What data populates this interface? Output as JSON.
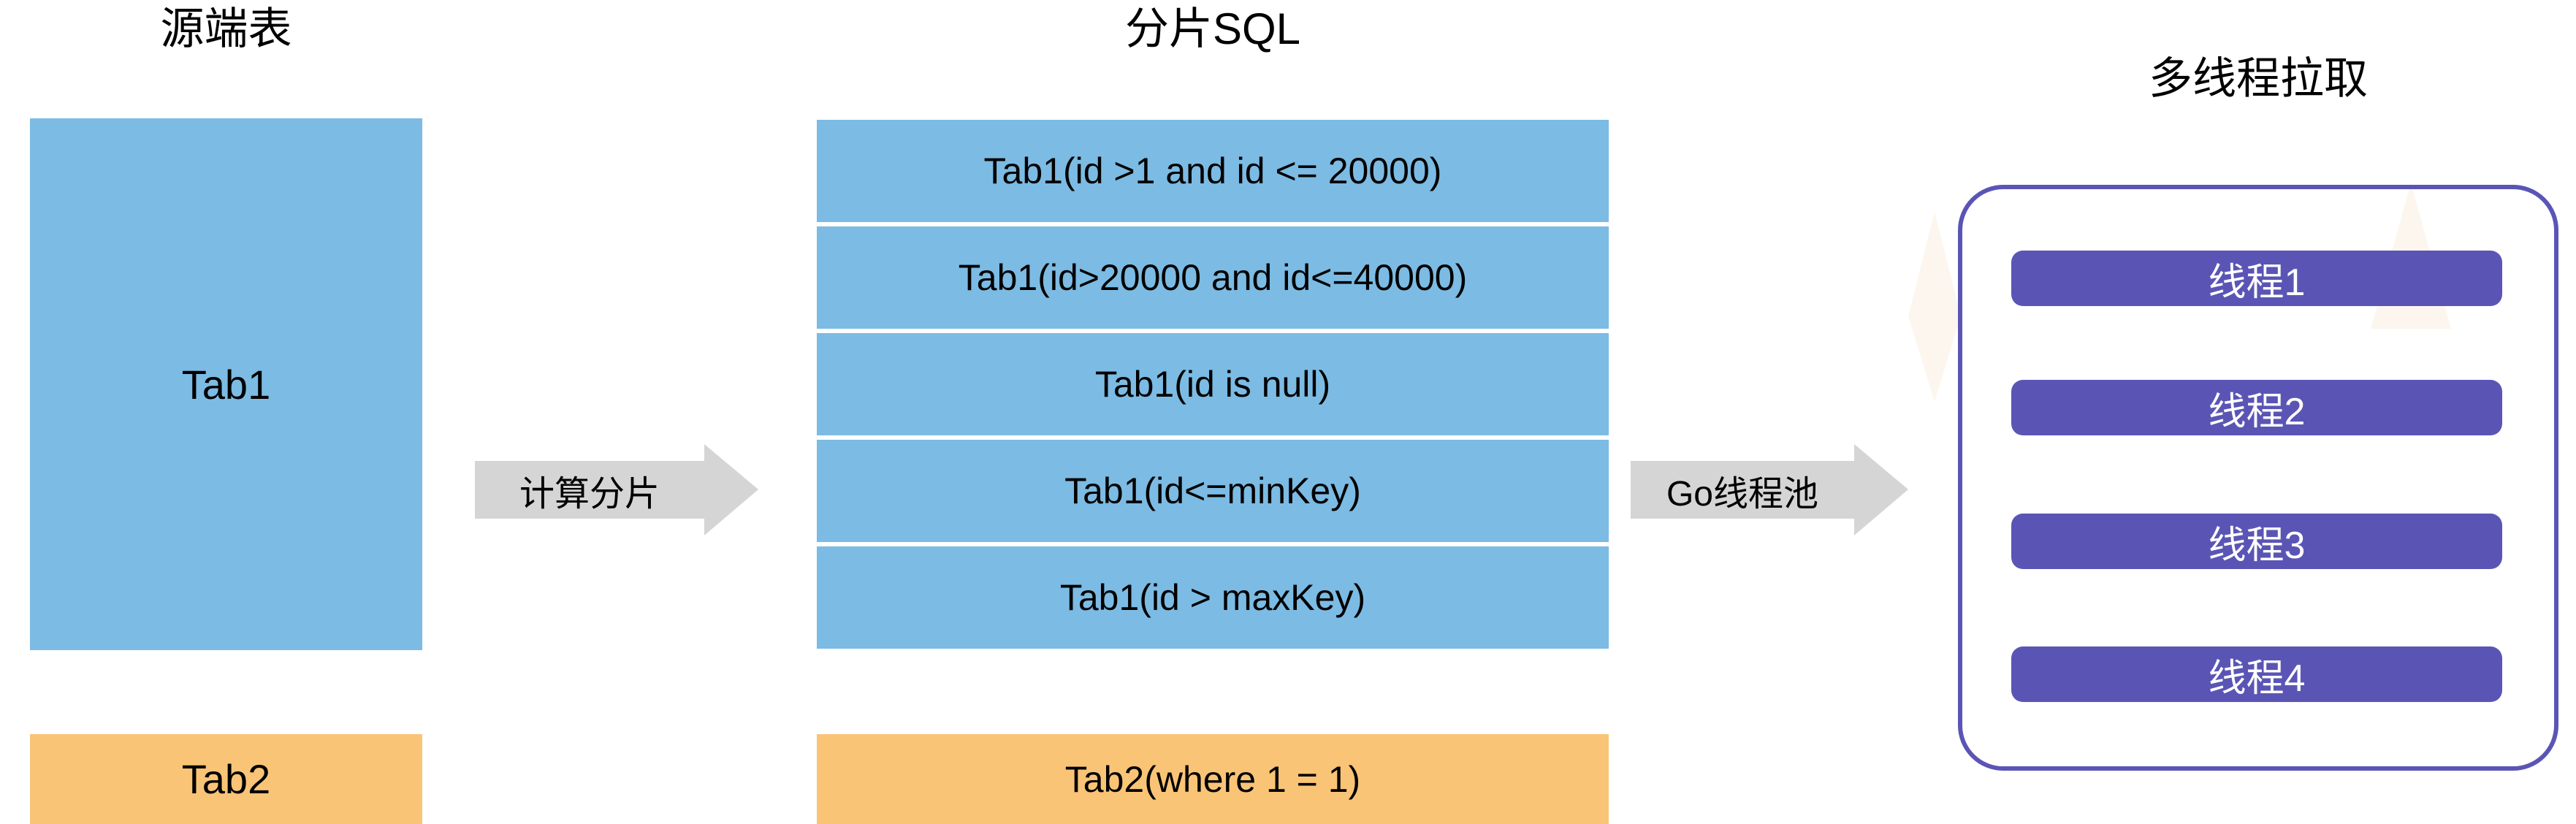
{
  "diagram": {
    "sections": {
      "source": {
        "title": "源端表"
      },
      "shard_sql": {
        "title": "分片SQL"
      },
      "threads": {
        "title": "多线程拉取"
      }
    },
    "source_tables": [
      {
        "name": "Tab1",
        "color": "#7CBBE3"
      },
      {
        "name": "Tab2",
        "color": "#F9C476"
      }
    ],
    "arrows": [
      {
        "label": "计算分片",
        "color": "#D5D5D5"
      },
      {
        "label": "Go线程池",
        "color": "#D5D5D5"
      }
    ],
    "shard_rows": [
      {
        "text": "Tab1(id >1 and id <= 20000)",
        "color": "#7CBBE3"
      },
      {
        "text": "Tab1(id>20000 and id<=40000)",
        "color": "#7CBBE3"
      },
      {
        "text": "Tab1(id is null)",
        "color": "#7CBBE3"
      },
      {
        "text": "Tab1(id<=minKey)",
        "color": "#7CBBE3"
      },
      {
        "text": "Tab1(id > maxKey)",
        "color": "#7CBBE3"
      },
      {
        "text": "Tab2(where 1 = 1)",
        "color": "#F9C476"
      }
    ],
    "threads": [
      {
        "label": "线程1"
      },
      {
        "label": "线程2"
      },
      {
        "label": "线程3"
      },
      {
        "label": "线程4"
      }
    ],
    "colors": {
      "blue": "#7CBBE3",
      "orange": "#F9C476",
      "purple": "#5A55B5",
      "arrow_gray": "#D5D5D5",
      "text": "#000000",
      "thread_text": "#FFFFFF",
      "background": "#FFFFFF"
    }
  }
}
